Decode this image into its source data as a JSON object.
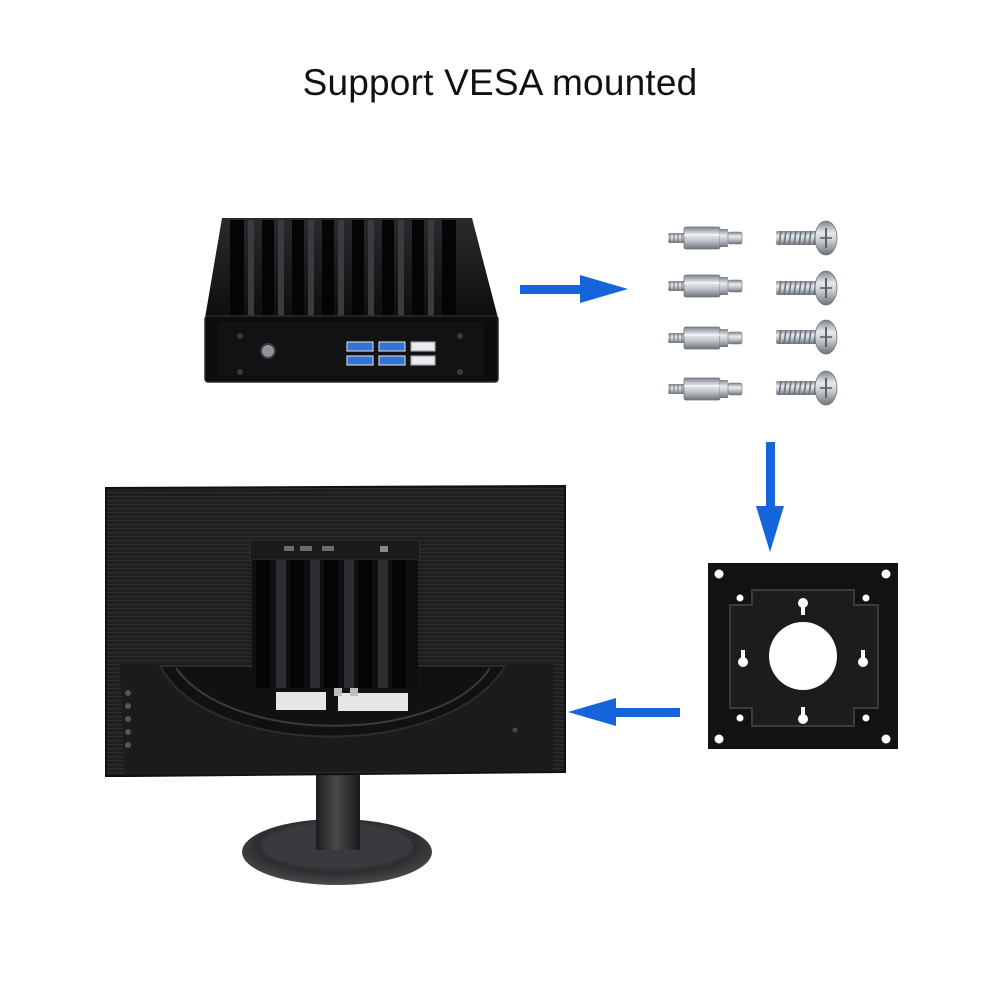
{
  "title": "Support VESA mounted",
  "colors": {
    "arrow": "#1664d9",
    "device_body": "#111114",
    "usb_blue": "#2f74d6",
    "hardware_metal": "#b9bec4",
    "background": "#ffffff"
  },
  "icons": {
    "arrows": [
      "arrow-right-icon",
      "arrow-down-icon",
      "arrow-left-icon"
    ],
    "components": [
      "mini-pc",
      "standoff-spacer",
      "machine-screw",
      "vesa-bracket",
      "monitor-back"
    ]
  },
  "hardware_kit": {
    "standoffs": 4,
    "screws": 4
  }
}
